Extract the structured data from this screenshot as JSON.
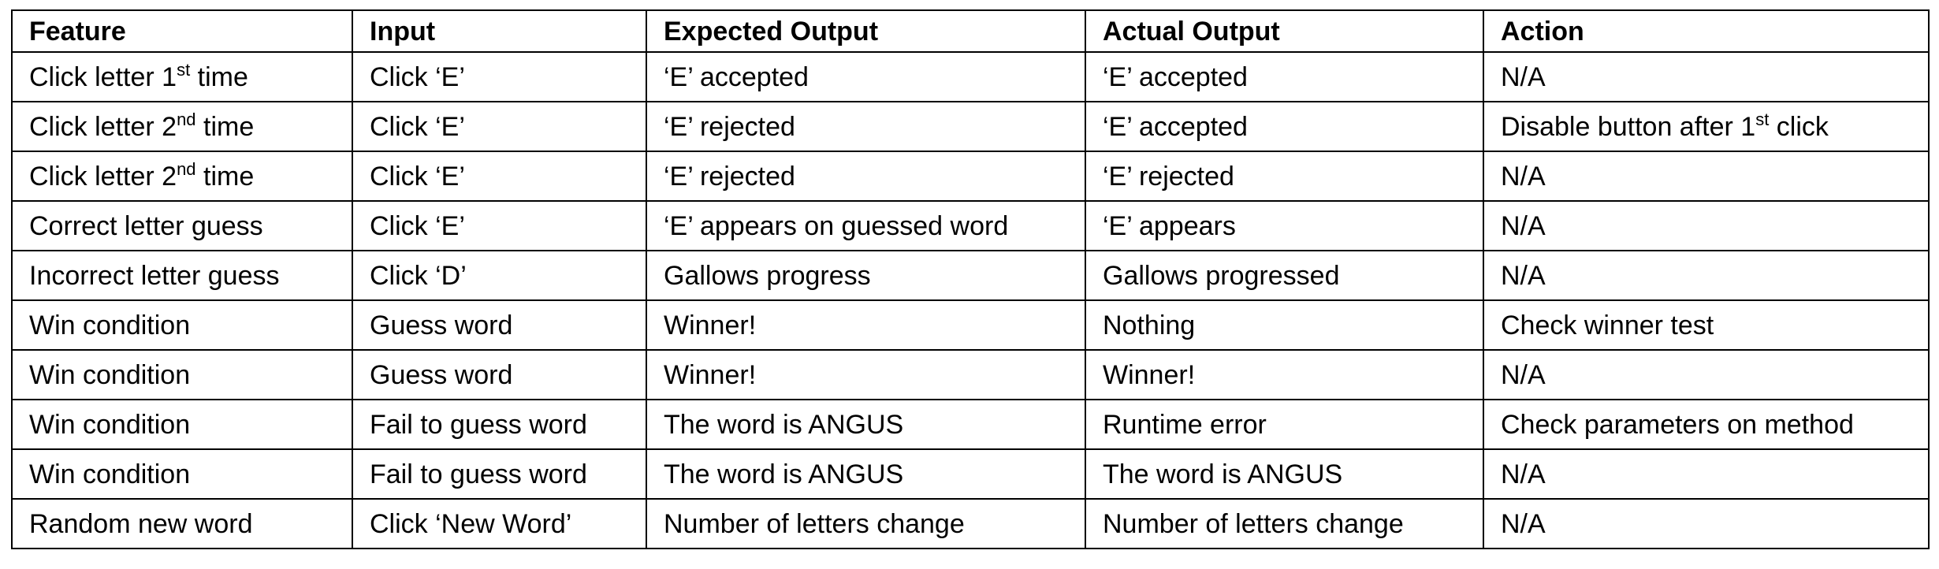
{
  "table": {
    "headers": [
      "Feature",
      "Input",
      "Expected Output",
      "Actual Output",
      "Action"
    ],
    "rows": [
      {
        "feature": {
          "pre": "Click letter 1",
          "sup": "st",
          "post": " time"
        },
        "input": "Click ‘E’",
        "expected": "‘E’ accepted",
        "actual": "‘E’ accepted",
        "action": {
          "pre": "N/A",
          "sup": "",
          "post": ""
        }
      },
      {
        "feature": {
          "pre": "Click letter 2",
          "sup": "nd",
          "post": " time"
        },
        "input": "Click ‘E’",
        "expected": "‘E’ rejected",
        "actual": "‘E’ accepted",
        "action": {
          "pre": "Disable button after 1",
          "sup": "st",
          "post": " click"
        }
      },
      {
        "feature": {
          "pre": "Click letter 2",
          "sup": "nd",
          "post": " time"
        },
        "input": "Click ‘E’",
        "expected": "‘E’ rejected",
        "actual": "‘E’ rejected",
        "action": {
          "pre": "N/A",
          "sup": "",
          "post": ""
        }
      },
      {
        "feature": {
          "pre": "Correct letter guess",
          "sup": "",
          "post": ""
        },
        "input": "Click ‘E’",
        "expected": "‘E’ appears on guessed word",
        "actual": "‘E’ appears",
        "action": {
          "pre": "N/A",
          "sup": "",
          "post": ""
        }
      },
      {
        "feature": {
          "pre": "Incorrect letter guess",
          "sup": "",
          "post": ""
        },
        "input": "Click ‘D’",
        "expected": "Gallows progress",
        "actual": "Gallows progressed",
        "action": {
          "pre": "N/A",
          "sup": "",
          "post": ""
        }
      },
      {
        "feature": {
          "pre": "Win condition",
          "sup": "",
          "post": ""
        },
        "input": "Guess word",
        "expected": "Winner!",
        "actual": "Nothing",
        "action": {
          "pre": "Check winner test",
          "sup": "",
          "post": ""
        }
      },
      {
        "feature": {
          "pre": "Win condition",
          "sup": "",
          "post": ""
        },
        "input": "Guess word",
        "expected": "Winner!",
        "actual": "Winner!",
        "action": {
          "pre": "N/A",
          "sup": "",
          "post": ""
        }
      },
      {
        "feature": {
          "pre": "Win condition",
          "sup": "",
          "post": ""
        },
        "input": "Fail to guess word",
        "expected": "The word is ANGUS",
        "actual": "Runtime error",
        "action": {
          "pre": "Check parameters on method",
          "sup": "",
          "post": ""
        }
      },
      {
        "feature": {
          "pre": "Win condition",
          "sup": "",
          "post": ""
        },
        "input": "Fail to guess word",
        "expected": "The word is ANGUS",
        "actual": "The word is ANGUS",
        "action": {
          "pre": "N/A",
          "sup": "",
          "post": ""
        }
      },
      {
        "feature": {
          "pre": "Random new word",
          "sup": "",
          "post": ""
        },
        "input": "Click ‘New Word’",
        "expected": "Number of letters change",
        "actual": "Number of letters change",
        "action": {
          "pre": "N/A",
          "sup": "",
          "post": ""
        }
      }
    ]
  }
}
